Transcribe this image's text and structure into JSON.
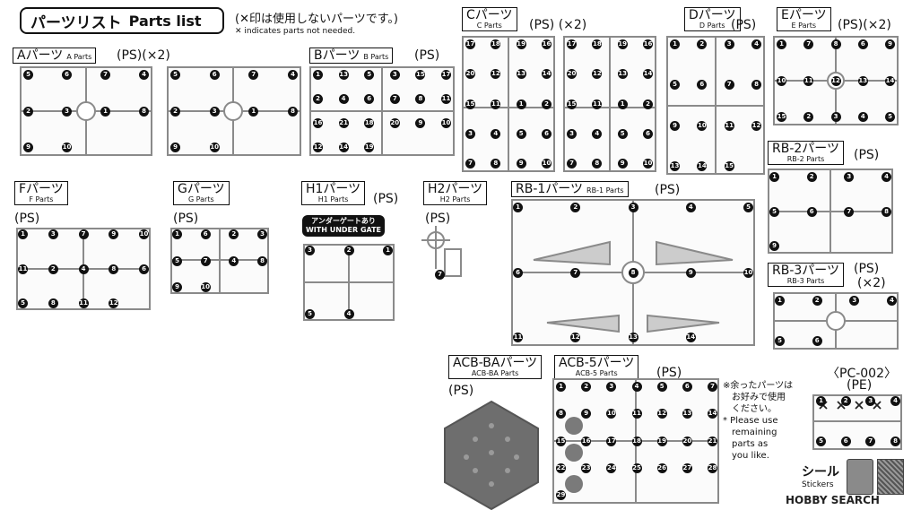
{
  "header": {
    "title_jp": "パーツリスト",
    "title_en": "Parts list"
  },
  "note": {
    "jp": "(✕印は使用しないパーツです。)",
    "en": "✕ indicates parts not needed."
  },
  "parts": {
    "A": {
      "jp": "Aパーツ",
      "en": "A Parts",
      "spec": "(PS)(×2)"
    },
    "B": {
      "jp": "Bパーツ",
      "en": "B Parts",
      "spec": "(PS)"
    },
    "C": {
      "jp": "Cパーツ",
      "en": "C Parts",
      "spec": "(PS) (×2)"
    },
    "D": {
      "jp": "Dパーツ",
      "en": "D Parts",
      "spec": "(PS)"
    },
    "E": {
      "jp": "Eパーツ",
      "en": "E Parts",
      "spec": "(PS)(×2)"
    },
    "F": {
      "jp": "Fパーツ",
      "en": "F Parts",
      "spec": "(PS)"
    },
    "G": {
      "jp": "Gパーツ",
      "en": "G Parts",
      "spec": "(PS)"
    },
    "H1": {
      "jp": "H1パーツ",
      "en": "H1 Parts",
      "spec": "(PS)"
    },
    "H2": {
      "jp": "H2パーツ",
      "en": "H2 Parts",
      "spec": "(PS)"
    },
    "RB1": {
      "jp": "RB-1パーツ",
      "en": "RB-1 Parts",
      "spec": "(PS)"
    },
    "RB2": {
      "jp": "RB-2パーツ",
      "en": "RB-2 Parts",
      "spec": "(PS)"
    },
    "RB3": {
      "jp": "RB-3パーツ",
      "en": "RB-3 Parts",
      "spec": "(PS)",
      "count": "(×2)"
    },
    "ACBBA": {
      "jp": "ACB-BAパーツ",
      "en": "ACB-BA Parts",
      "spec": "(PS)"
    },
    "ACB5": {
      "jp": "ACB-5パーツ",
      "en": "ACB-5 Parts",
      "spec": "(PS)"
    },
    "PC002": {
      "jp": "〈PC-002〉",
      "spec": "(PE)"
    }
  },
  "under_gate": {
    "jp": "アンダーゲートあり",
    "en": "WITH UNDER GATE"
  },
  "remaining": {
    "jp1": "※余ったパーツは",
    "jp2": "お好みで使用",
    "jp3": "ください。",
    "en1": "* Please use",
    "en2": "remaining",
    "en3": "parts as",
    "en4": "you like."
  },
  "stickers": {
    "jp": "シール",
    "en": "Stickers"
  },
  "watermark": "HOBBY SEARCH",
  "numbers": {
    "A1": [
      "5",
      "6",
      "7",
      "4",
      "2",
      "3",
      "1",
      "8",
      "9",
      "10"
    ],
    "A2": [
      "5",
      "6",
      "7",
      "4",
      "2",
      "3",
      "1",
      "8",
      "9",
      "10"
    ],
    "B": [
      "1",
      "13",
      "5",
      "3",
      "15",
      "17",
      "2",
      "4",
      "6",
      "7",
      "8",
      "11",
      "16",
      "21",
      "18",
      "20",
      "9",
      "10",
      "12",
      "14",
      "19"
    ],
    "C1": [
      "17",
      "18",
      "19",
      "16",
      "20",
      "12",
      "13",
      "14",
      "15",
      "11",
      "1",
      "2",
      "3",
      "4",
      "5",
      "6",
      "7",
      "8",
      "9",
      "10"
    ],
    "C2": [
      "17",
      "18",
      "19",
      "16",
      "20",
      "12",
      "13",
      "14",
      "15",
      "11",
      "1",
      "2",
      "3",
      "4",
      "5",
      "6",
      "7",
      "8",
      "9",
      "10"
    ],
    "D": [
      "1",
      "2",
      "3",
      "4",
      "5",
      "6",
      "7",
      "8",
      "9",
      "10",
      "11",
      "12",
      "13",
      "14",
      "15"
    ],
    "E": [
      "1",
      "7",
      "8",
      "6",
      "9",
      "10",
      "11",
      "12",
      "13",
      "14",
      "15",
      "2",
      "3",
      "4",
      "5"
    ],
    "F": [
      "1",
      "3",
      "7",
      "9",
      "10",
      "11",
      "2",
      "4",
      "8",
      "6",
      "5",
      "8",
      "11",
      "12"
    ],
    "G": [
      "1",
      "6",
      "2",
      "3",
      "5",
      "7",
      "4",
      "8",
      "9",
      "10"
    ],
    "H1": [
      "3",
      "2",
      "1",
      "5",
      "4"
    ],
    "H2": [
      "7"
    ],
    "RB1": [
      "1",
      "2",
      "3",
      "4",
      "5",
      "6",
      "7",
      "8",
      "9",
      "10",
      "11",
      "12",
      "13",
      "14"
    ],
    "RB2": [
      "1",
      "2",
      "3",
      "4",
      "5",
      "6",
      "7",
      "8",
      "9"
    ],
    "RB3": [
      "1",
      "2",
      "3",
      "4",
      "5",
      "6"
    ],
    "ACB5": [
      "1",
      "2",
      "3",
      "4",
      "5",
      "6",
      "7",
      "8",
      "9",
      "10",
      "11",
      "12",
      "13",
      "14",
      "15",
      "16",
      "17",
      "18",
      "19",
      "20",
      "21",
      "22",
      "23",
      "24",
      "25",
      "26",
      "27",
      "28",
      "29"
    ],
    "PC002": [
      "1",
      "2",
      "3",
      "4",
      "5",
      "6",
      "7",
      "8"
    ]
  },
  "colors": {
    "runner": "#8a8a8a",
    "number_bg": "#111111",
    "text": "#111111"
  }
}
